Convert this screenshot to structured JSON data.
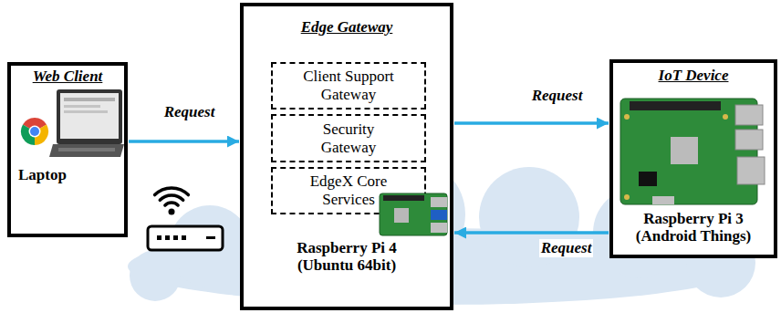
{
  "diagram": {
    "nodes": [
      {
        "text": [
          "Web Client",
          "Laptop"
        ]
      },
      {
        "text": [
          "Edge Gateway",
          "Raspberry Pi 4 (Ubuntu 64bit)"
        ]
      },
      {
        "text": [
          "Client Support Gateway"
        ],
        "in": 1
      },
      {
        "text": [
          "Security Gateway"
        ],
        "in": 1
      },
      {
        "text": [
          "EdgeX Core Services"
        ],
        "in": 1
      },
      {
        "text": [
          "IoT Device",
          "Raspberry Pi 3 (Android Things)"
        ]
      }
    ],
    "edges": [
      {
        "from": 0,
        "to": 1,
        "label": "Request",
        "arrow": "to"
      },
      {
        "from": 1,
        "to": 5,
        "label": "Request",
        "arrow": "to"
      },
      {
        "from": 5,
        "to": 1,
        "label": "Request",
        "arrow": "to"
      }
    ]
  }
}
